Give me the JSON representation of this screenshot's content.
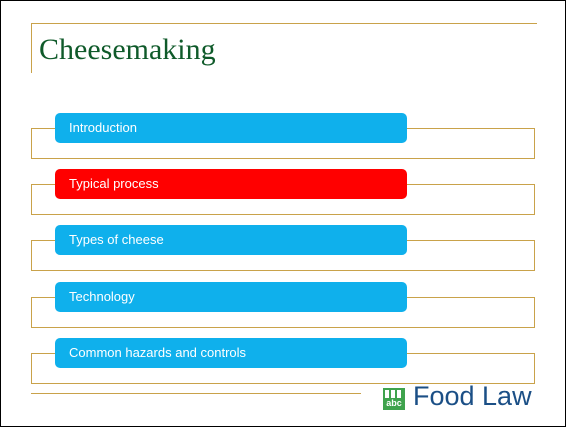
{
  "slide": {
    "title": "Cheesemaking"
  },
  "menu": {
    "items": [
      {
        "label": "Introduction",
        "active": false
      },
      {
        "label": "Typical process",
        "active": true
      },
      {
        "label": "Types of cheese",
        "active": false
      },
      {
        "label": "Technology",
        "active": false
      },
      {
        "label": "Common hazards and controls",
        "active": false
      }
    ],
    "colors": {
      "default": "#0fb0ec",
      "active": "#ff0000"
    }
  },
  "logo": {
    "icon": "abc-icon",
    "icon_text": "abc",
    "text": "Food Law"
  }
}
